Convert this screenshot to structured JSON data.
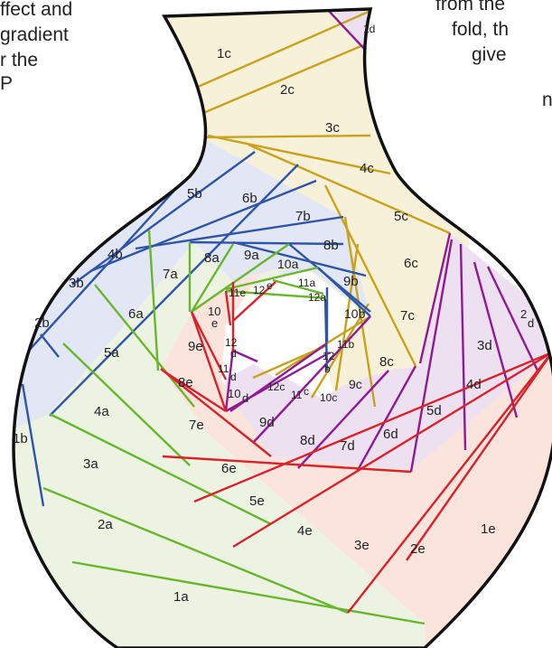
{
  "colors": {
    "outline": "#111111",
    "section_c_fill": "#f7f1d9",
    "section_c_line": "#c9a21c",
    "section_d_fill": "#ece0f1",
    "section_d_line": "#8e1b93",
    "section_b_fill": "#e2e6f5",
    "section_b_line": "#2f55a6",
    "section_a_fill": "#edf3e3",
    "section_a_line": "#69b62d",
    "section_e_fill": "#fbe4dc",
    "section_e_line": "#d9222b"
  },
  "text_fragments": {
    "left_line1": "ffect and",
    "left_line2": "gradient",
    "left_line3": "r the",
    "left_line4": "P",
    "right_line1": "from the",
    "right_line2": "fold, th",
    "right_line3": "give",
    "right_line4": "n"
  },
  "labels": {
    "l1a": "1a",
    "l2a": "2a",
    "l3a": "3a",
    "l4a": "4a",
    "l5a": "5a",
    "l6a": "6a",
    "l7a": "7a",
    "l8a": "8a",
    "l9a": "9a",
    "l10a": "10a",
    "l11a": "11a",
    "l12a": "12a",
    "l1b": "1b",
    "l2b": "2b",
    "l3b": "3b",
    "l4b": "4b",
    "l5b": "5b",
    "l6b": "6b",
    "l7b": "7b",
    "l8b": "8b",
    "l9b": "9b",
    "l10b": "10b",
    "l11b": "11b",
    "l12": "12",
    "lb": "b",
    "l1c": "1c",
    "l2c": "2c",
    "l3c": "3c",
    "l4c": "4c",
    "l5c": "5c",
    "l6c": "6c",
    "l7c": "7c",
    "l8c": "8c",
    "l9c": "9c",
    "l10c": "10c",
    "l11": "11",
    "lc": "c",
    "l12c": "12c",
    "l1d": "1d",
    "l2": "2",
    "ld": "d",
    "l3d": "3d",
    "l4d": "4d",
    "l5d": "5d",
    "l6d": "6d",
    "l7d": "7d",
    "l8d": "8d",
    "l9d": "9d",
    "l10": "10",
    "ld2": "d",
    "l11b2": "11",
    "ld3": "d",
    "l12d": "12",
    "ld4": "d",
    "l1e": "1e",
    "l2e": "2e",
    "l3e": "3e",
    "l4e": "4e",
    "l5e": "5e",
    "l6e": "6e",
    "l7e": "7e",
    "l8e": "8e",
    "l9e": "9e",
    "l10e": "10",
    "le": "e",
    "l11e": "11e",
    "l12e": "12",
    "le2": "e"
  }
}
